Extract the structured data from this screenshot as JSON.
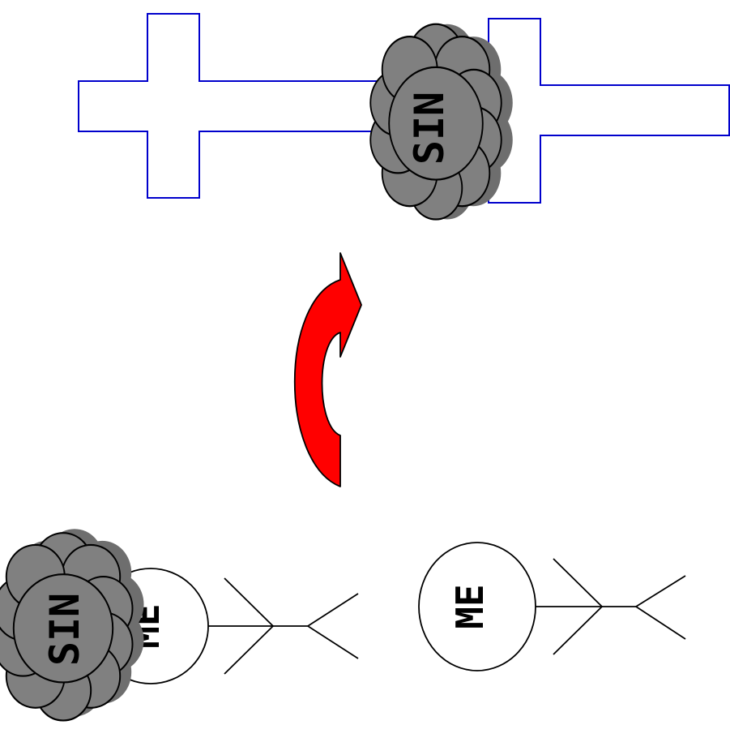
{
  "figures": {
    "cross_cloud_label": "SIN",
    "sinner_cloud_label": "SIN",
    "sinner_head_label": "ME",
    "freed_head_label": "ME"
  },
  "colors": {
    "background": "#ffffff",
    "cross_outline": "#0000cc",
    "cloud_fill": "#808080",
    "cloud_shadow": "#6e6e6e",
    "arrow_fill": "#ff0000",
    "stroke": "#000000"
  }
}
